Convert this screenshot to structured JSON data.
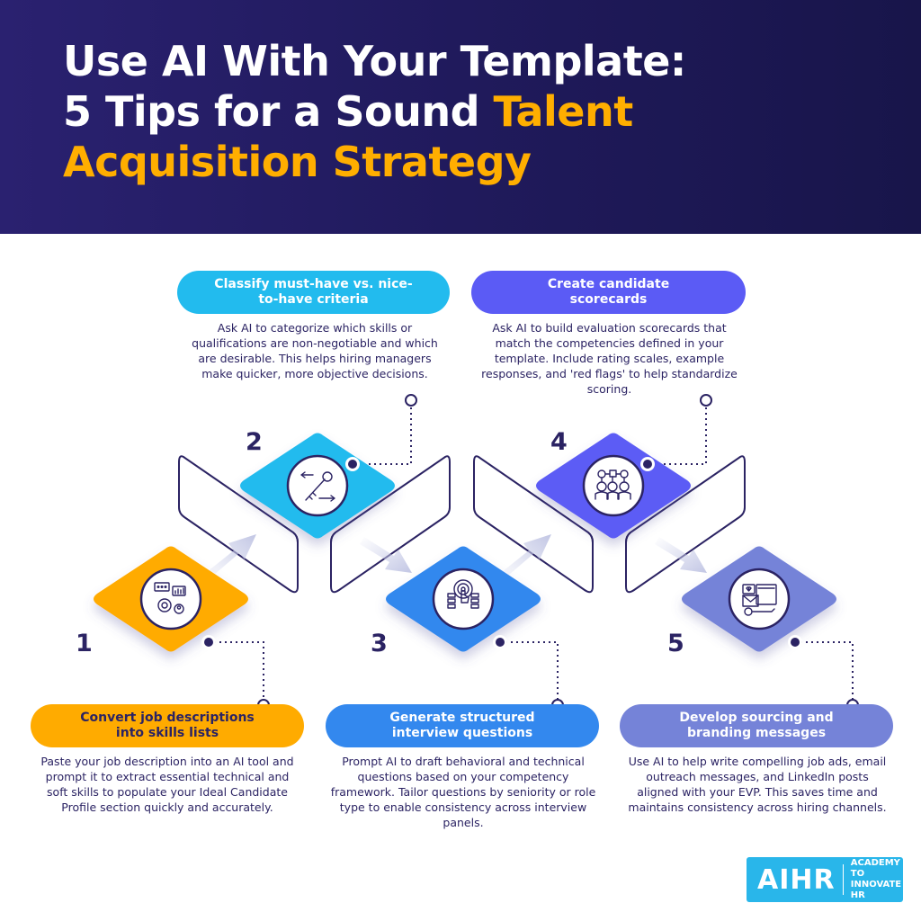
{
  "header": {
    "title_line1": "Use AI With Your Template:",
    "title_line2_prefix": "5 Tips for a Sound ",
    "title_line2_accent": "Talent",
    "title_line3_accent": "Acquisition Strategy",
    "colors": {
      "background": "#221b62",
      "text": "#ffffff",
      "accent": "#ffae00"
    }
  },
  "steps": [
    {
      "number": "1",
      "title": "Convert job descriptions into skills lists",
      "description": "Paste your job description into an AI tool and prompt it to extract essential technical and soft skills to populate your Ideal Candidate Profile section quickly and accurately.",
      "icon": "gear-analytics-user-icon",
      "color": "#ffab00"
    },
    {
      "number": "2",
      "title": "Classify must-have vs. nice-to-have criteria",
      "description": "Ask AI to categorize which skills or qualifications are non-negotiable and which are desirable. This helps hiring managers make quicker, more objective decisions.",
      "icon": "key-arrows-icon",
      "color": "#22bbee"
    },
    {
      "number": "3",
      "title": "Generate structured interview questions",
      "description": "Prompt AI to draft behavioral and technical questions based on your competency framework. Tailor questions by seniority or role type to enable consistency across interview panels.",
      "icon": "touch-target-icon",
      "color": "#3388ee"
    },
    {
      "number": "4",
      "title": "Create candidate scorecards",
      "description": "Ask AI to build evaluation scorecards that match the competencies defined in your template. Include rating scales, example responses, and 'red flags' to help standardize scoring.",
      "icon": "candidates-evaluation-icon",
      "color": "#5b5bf5"
    },
    {
      "number": "5",
      "title": "Develop sourcing and branding messages",
      "description": "Use AI to help write compelling job ads, email outreach messages, and LinkedIn posts aligned with your EVP. This saves time and maintains consistency across hiring channels.",
      "icon": "email-marketing-icon",
      "color": "#7583d8"
    }
  ],
  "logo": {
    "main": "AIHR",
    "sub_line1": "ACADEMY TO",
    "sub_line2": "INNOVATE HR",
    "color": "#29b6ea"
  }
}
